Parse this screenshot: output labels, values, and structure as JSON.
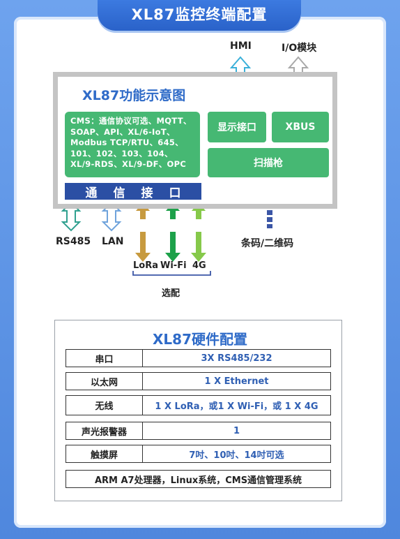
{
  "header": {
    "title": "XL87监控终端配置"
  },
  "diagram": {
    "function_title": "XL87功能示意图",
    "cms_text": "CMS：通信协议可选、MQTT、SOAP、API、XL/6-IoT、Modbus TCP/RTU、645、101、102、103、104、XL/9-RDS、XL/9-DF、OPC",
    "display_port": "显示接口",
    "xbus": "XBUS",
    "scanner": "扫描枪",
    "comm_port_chars": [
      "通",
      "信",
      "接",
      "口"
    ],
    "top_labels": {
      "hmi": "HMI",
      "io_module": "I/O模块"
    },
    "bottom_labels": {
      "rs485": "RS485",
      "lan": "LAN",
      "lora": "LoRa",
      "wifi": "Wi-Fi",
      "g4": "4G",
      "optional": "选配",
      "barcode": "条码/二维码"
    },
    "colors": {
      "cyan": "#3bb0d9",
      "gray": "#a9a9a9",
      "lightblue": "#6fa3dc",
      "teal": "#2fa08f",
      "gold": "#c79a3f",
      "green": "#1da14a",
      "lightgreen": "#86c94a",
      "navy": "#3b56a6"
    }
  },
  "hardware": {
    "title": "XL87硬件配置",
    "rows": [
      {
        "label": "串口",
        "value": "3X RS485/232"
      },
      {
        "label": "以太网",
        "value": "1 X Ethernet"
      },
      {
        "label": "无线",
        "value": "1 X LoRa，或1 X Wi-Fi，或 1 X 4G"
      },
      {
        "label": "声光报警器",
        "value": "1"
      },
      {
        "label": "触摸屏",
        "value": "7吋、10吋、14吋可选"
      }
    ],
    "footer": "ARM A7处理器，Linux系统，CMS通信管理系统"
  }
}
